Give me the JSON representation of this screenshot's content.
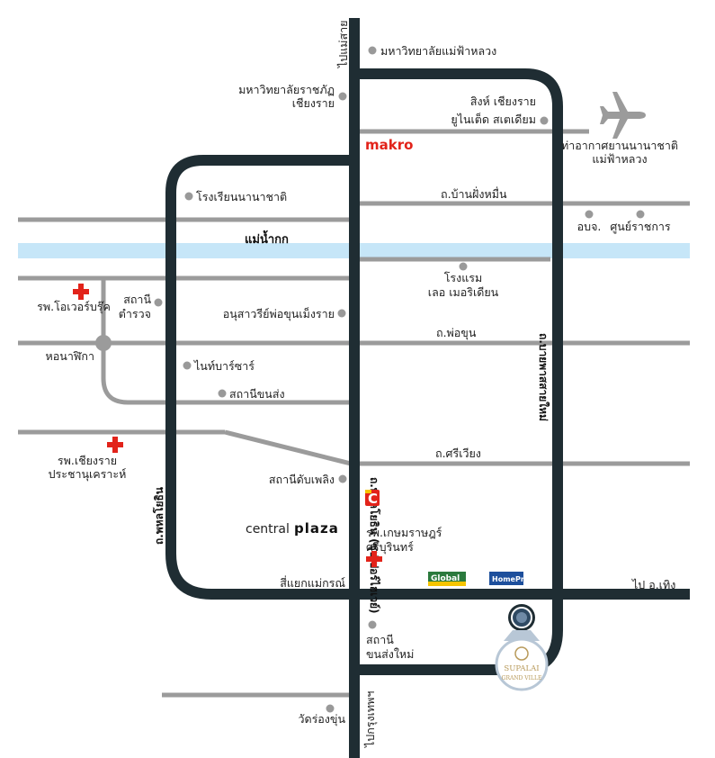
{
  "map": {
    "river": "แม่น้ำกก",
    "roads": {
      "phahonyothin_main": "ถ.พหลโยธิน (ซุปเปอร์ไฮเวย์)",
      "phahonyothin_west": "ถ.พหลโยธิน",
      "bypass": "ถ.บายพาสสายใหม่",
      "ban_fang_muen": "ถ.บ้านฝั่งหมื่น",
      "pho_khun": "ถ.พ่อขุน",
      "si_wiang": "ถ.ศรีเวียง",
      "to_mae_sai": "ไปแม่สาย",
      "to_bangkok": "ไปกรุงเทพฯ",
      "to_thoeng": "ไป อ.เทิง"
    },
    "places": {
      "mfu": "มหาวิทยาลัยแม่ฟ้าหลวง",
      "crru": [
        "มหาวิทยาลัยราชภัฏ",
        "เชียงราย"
      ],
      "stadium": [
        "สิงห์ เชียงราย",
        "ยูไนเต็ด สเตเดียม"
      ],
      "airport": [
        "ท่าอากาศยานนานาชาติ",
        "แม่ฟ้าหลวง"
      ],
      "intl_school": "โรงเรียนนานาชาติ",
      "obj": "อบจ.",
      "govt_center": "ศูนย์ราชการ",
      "hotel": [
        "โรงแรม",
        "เลอ เมอริเดียน"
      ],
      "police": [
        "สถานี",
        "ตำรวจ"
      ],
      "overbrook": "รพ.โอเวอร์บรุ๊ค",
      "monument": "อนุสาวรีย์พ่อขุนเม็งราย",
      "clock_tower": "หอนาฬิกา",
      "night_bazaar": "ไนท์บาร์ซาร์",
      "bus_station": "สถานีขนส่ง",
      "cr_pracha": [
        "รพ.เชียงราย",
        "ประชานุเคราะห์"
      ],
      "fire_station": "สถานีดับเพลิง",
      "kasemrad": [
        "รพ.เกษมราษฎร์",
        "ศรีบุรินทร์"
      ],
      "mae_kon_junction": "สี่แยกแม่กรณ์",
      "new_bus_station": [
        "สถานี",
        "ขนส่งใหม่"
      ],
      "wat_rong_khun": "วัดร่องขุ่น"
    },
    "brands": {
      "makro": "makro",
      "central_prefix": "central",
      "central_plaza": "plaza",
      "big_c": "C",
      "global_house": "Global",
      "homepro": "HomePro",
      "supalai_1": "SUPALAI",
      "supalai_2": "GRAND VILLE"
    },
    "colors": {
      "main_road": "#1f2d33",
      "minor_road": "#9b9b9b",
      "river": "#c6e6f8",
      "makro": "#e2231a",
      "hospital": "#e2231a",
      "supalai_gold": "#b89a5a"
    }
  }
}
